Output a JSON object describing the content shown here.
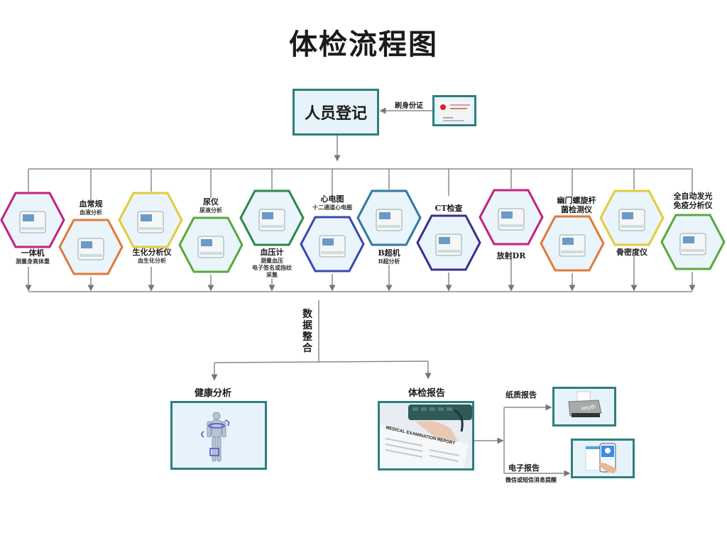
{
  "title": "体检流程图",
  "registration": {
    "label": "人员登记",
    "id_card_action": "刷身份证",
    "id_card_icon": "id-card-icon"
  },
  "colors": {
    "box_border": "#2e7f7f",
    "box_fill": "#e6f3fb",
    "line": "#888888"
  },
  "devices": [
    {
      "name": "一体机",
      "sub": "测量身高体重",
      "icon": "height-weight-scale-icon",
      "hex_color": "#c2237d",
      "label_pos": "below"
    },
    {
      "name": "血常规",
      "sub": "血液分析",
      "icon": "blood-analyzer-icon",
      "hex_color": "#e07a3a",
      "label_pos": "above"
    },
    {
      "name": "生化分析仪",
      "sub": "血生化分析",
      "icon": "biochemistry-analyzer-icon",
      "hex_color": "#e2cc3a",
      "label_pos": "below"
    },
    {
      "name": "尿仪",
      "sub": "尿液分析",
      "icon": "urine-analyzer-icon",
      "hex_color": "#5aa83a",
      "label_pos": "above"
    },
    {
      "name": "血压计",
      "sub": "测量血压\n电子签名或指纹\n采集",
      "icon": "blood-pressure-monitor-icon",
      "hex_color": "#2a8a4a",
      "label_pos": "below"
    },
    {
      "name": "心电图",
      "sub": "十二通道心电图",
      "icon": "ecg-machine-icon",
      "hex_color": "#3a49b0",
      "label_pos": "above"
    },
    {
      "name": "B超机",
      "sub": "B超分析",
      "icon": "ultrasound-machine-icon",
      "hex_color": "#2f7aa0",
      "label_pos": "below"
    },
    {
      "name": "CT检查",
      "sub": "",
      "icon": "ct-scanner-icon",
      "hex_color": "#3b2f8a",
      "label_pos": "above"
    },
    {
      "name": "放射DR",
      "sub": "",
      "icon": "dr-xray-icon",
      "hex_color": "#c2237d",
      "label_pos": "below"
    },
    {
      "name": "幽门螺旋杆\n菌检测仪",
      "sub": "",
      "icon": "helicobacter-analyzer-icon",
      "hex_color": "#e07a3a",
      "label_pos": "above"
    },
    {
      "name": "骨密度仪",
      "sub": "",
      "icon": "bone-density-icon",
      "hex_color": "#e2cc3a",
      "label_pos": "below"
    },
    {
      "name": "全自动发光\n免疫分析仪",
      "sub": "",
      "icon": "immunoassay-analyzer-icon",
      "hex_color": "#5aa83a",
      "label_pos": "above"
    }
  ],
  "data_integration": {
    "label_chars": [
      "数",
      "据",
      "整",
      "合"
    ]
  },
  "outputs": {
    "health_analysis": {
      "label": "健康分析",
      "icon": "human-body-icon"
    },
    "exam_report": {
      "label": "体检报告",
      "icon": "medical-report-icon",
      "report_text": "MEDICAL EXAMINATION REPORT"
    },
    "paper_report": {
      "label": "纸质报告",
      "icon": "printer-icon",
      "brand": "wsyth"
    },
    "electronic_report": {
      "label": "电子报告",
      "sub": "微信或短信消息提醒",
      "icon": "smartphone-icon"
    }
  }
}
